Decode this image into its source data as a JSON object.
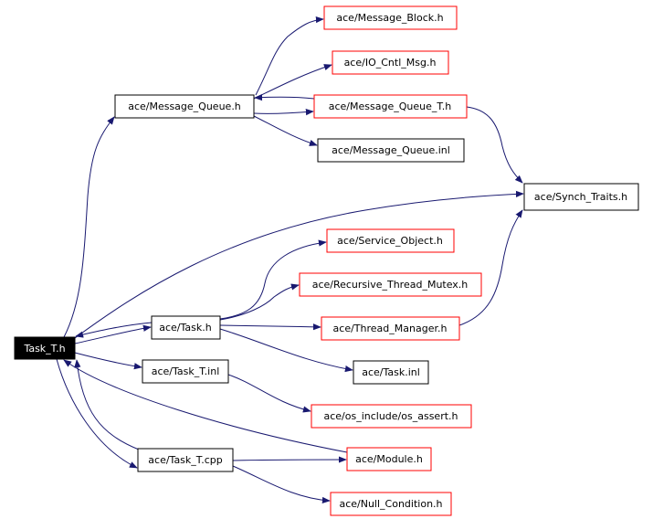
{
  "colors": {
    "edge": "#191970",
    "root_fill": "#000000",
    "root_text": "#ffffff",
    "node_fill": "#ffffff",
    "node_text": "#000000",
    "border_default": "#000000",
    "border_red": "#ff0000"
  },
  "nodes": {
    "task_t_h": {
      "label": "Task_T.h",
      "style": "root"
    },
    "message_queue_h": {
      "label": "ace/Message_Queue.h",
      "style": "black"
    },
    "message_block_h": {
      "label": "ace/Message_Block.h",
      "style": "red"
    },
    "io_cntl_msg_h": {
      "label": "ace/IO_Cntl_Msg.h",
      "style": "red"
    },
    "message_queue_t_h": {
      "label": "ace/Message_Queue_T.h",
      "style": "red"
    },
    "message_queue_inl": {
      "label": "ace/Message_Queue.inl",
      "style": "black"
    },
    "synch_traits_h": {
      "label": "ace/Synch_Traits.h",
      "style": "black"
    },
    "service_object_h": {
      "label": "ace/Service_Object.h",
      "style": "red"
    },
    "recursive_thread_mutex_h": {
      "label": "ace/Recursive_Thread_Mutex.h",
      "style": "red"
    },
    "task_h": {
      "label": "ace/Task.h",
      "style": "black"
    },
    "thread_manager_h": {
      "label": "ace/Thread_Manager.h",
      "style": "red"
    },
    "task_inl": {
      "label": "ace/Task.inl",
      "style": "black"
    },
    "task_t_inl": {
      "label": "ace/Task_T.inl",
      "style": "black"
    },
    "os_assert_h": {
      "label": "ace/os_include/os_assert.h",
      "style": "red"
    },
    "module_h": {
      "label": "ace/Module.h",
      "style": "red"
    },
    "task_t_cpp": {
      "label": "ace/Task_T.cpp",
      "style": "black"
    },
    "null_condition_h": {
      "label": "ace/Null_Condition.h",
      "style": "red"
    }
  },
  "edges": [
    {
      "from": "task_t_h",
      "to": "message_queue_h"
    },
    {
      "from": "task_t_h",
      "to": "synch_traits_h"
    },
    {
      "from": "task_t_h",
      "to": "task_h"
    },
    {
      "from": "task_h",
      "to": "task_t_h"
    },
    {
      "from": "task_t_h",
      "to": "task_t_inl"
    },
    {
      "from": "task_t_h",
      "to": "task_t_cpp"
    },
    {
      "from": "task_t_cpp",
      "to": "task_t_h"
    },
    {
      "from": "module_h",
      "to": "task_t_h"
    },
    {
      "from": "message_queue_h",
      "to": "message_block_h"
    },
    {
      "from": "message_queue_h",
      "to": "io_cntl_msg_h"
    },
    {
      "from": "message_queue_h",
      "to": "message_queue_t_h"
    },
    {
      "from": "message_queue_t_h",
      "to": "message_queue_h"
    },
    {
      "from": "message_queue_h",
      "to": "message_queue_inl"
    },
    {
      "from": "message_queue_t_h",
      "to": "synch_traits_h"
    },
    {
      "from": "thread_manager_h",
      "to": "synch_traits_h"
    },
    {
      "from": "task_h",
      "to": "service_object_h"
    },
    {
      "from": "task_h",
      "to": "recursive_thread_mutex_h"
    },
    {
      "from": "task_h",
      "to": "thread_manager_h"
    },
    {
      "from": "task_h",
      "to": "task_inl"
    },
    {
      "from": "task_t_inl",
      "to": "os_assert_h"
    },
    {
      "from": "task_t_cpp",
      "to": "module_h"
    },
    {
      "from": "task_t_cpp",
      "to": "null_condition_h"
    }
  ]
}
